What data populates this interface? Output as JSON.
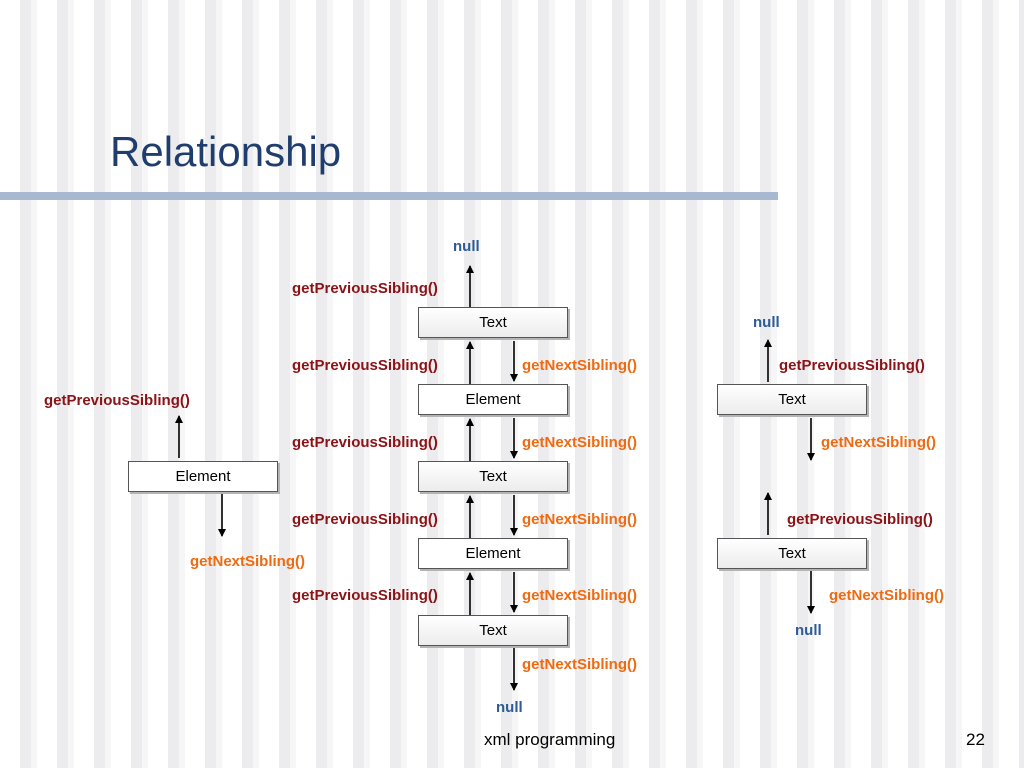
{
  "slide": {
    "title": "Relationship",
    "footer_text": "xml programming",
    "page_number": "22"
  },
  "colors": {
    "title": "#1f3e6e",
    "rule": "#a7b8d0",
    "previous_sibling_label": "#8b1216",
    "next_sibling_label": "#ef6a10",
    "null_label": "#2e5b96"
  },
  "diagram": {
    "null_label": "null",
    "prev_label": "getPreviousSibling()",
    "next_label": "getNextSibling()",
    "center_column": {
      "nodes": [
        "Text",
        "Element",
        "Text",
        "Element",
        "Text"
      ]
    },
    "left_node": "Element",
    "right_column": {
      "nodes": [
        "Text",
        "Text"
      ]
    }
  }
}
